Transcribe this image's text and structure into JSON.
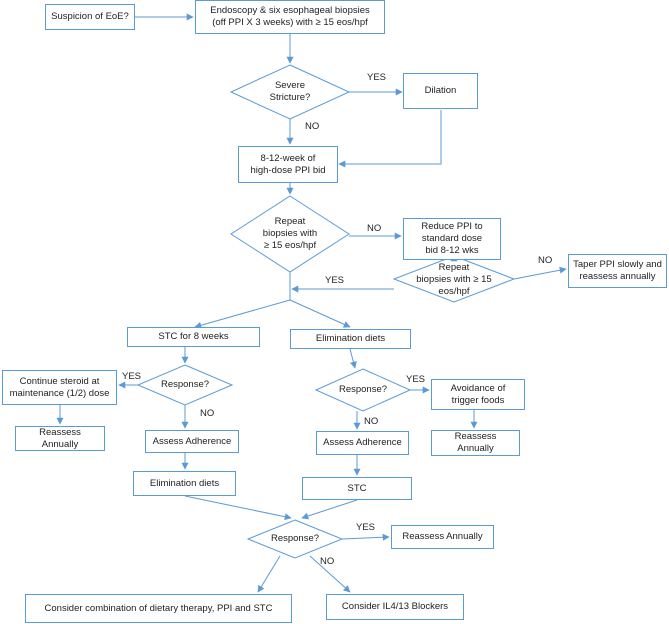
{
  "nodes": {
    "suspicion": "Suspicion of EoE?",
    "endoscopy": "Endoscopy & six esophageal biopsies\n(off PPI X 3 weeks) with ≥ 15 eos/hpf",
    "severe_stricture": "Severe\nStricture?",
    "dilation": "Dilation",
    "high_dose_ppi": "8-12-week of\nhigh-dose PPI bid",
    "repeat_biopsies_1": "Repeat\nbiopsies with\n≥ 15 eos/hpf",
    "reduce_ppi": "Reduce PPI to\nstandard dose\nbid 8-12 wks",
    "taper_ppi": "Taper PPI slowly and\nreassess annually",
    "repeat_biopsies_2": "Repeat\nbiopsies with ≥ 15\neos/hpf",
    "stc_8_weeks": "STC for 8 weeks",
    "elimination_diets_top": "Elimination diets",
    "continue_steroid": "Continue steroid at\nmaintenance (1/2) dose",
    "response_left": "Response?",
    "response_mid": "Response?",
    "avoidance": "Avoidance of\ntrigger foods",
    "reassess_left": "Reassess Annually",
    "assess_adherence_left": "Assess Adherence",
    "assess_adherence_mid": "Assess Adherence",
    "reassess_right": "Reassess Annually",
    "elimination_diets_bottom": "Elimination diets",
    "stc_bottom": "STC",
    "response_final": "Response?",
    "reassess_final": "Reassess Annually",
    "consider_combination": "Consider combination of dietary therapy, PPI and STC",
    "consider_il": "Consider IL4/13 Blockers"
  },
  "edge_labels": {
    "yes": "YES",
    "no": "NO"
  },
  "colors": {
    "line": "#5b9bd5",
    "border": "#5b9bd5",
    "text": "#222222"
  }
}
